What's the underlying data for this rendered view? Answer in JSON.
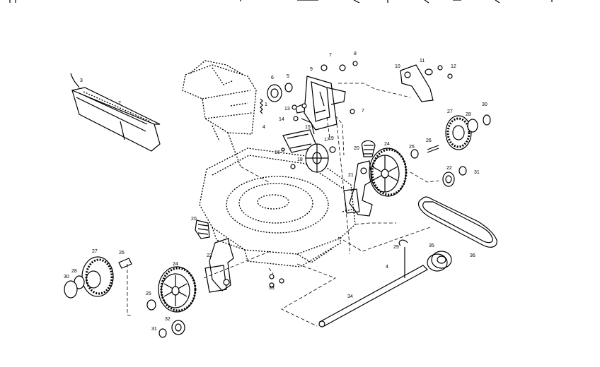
{
  "callouts": [
    "1",
    "2",
    "3",
    "4",
    "5",
    "6",
    "7",
    "8",
    "9",
    "10",
    "11",
    "12",
    "13",
    "14",
    "15",
    "16",
    "17",
    "18",
    "19",
    "20",
    "21",
    "22",
    "23",
    "24",
    "25",
    "26",
    "27",
    "28",
    "29",
    "30",
    "31",
    "32",
    "33",
    "34",
    "35",
    "36"
  ]
}
